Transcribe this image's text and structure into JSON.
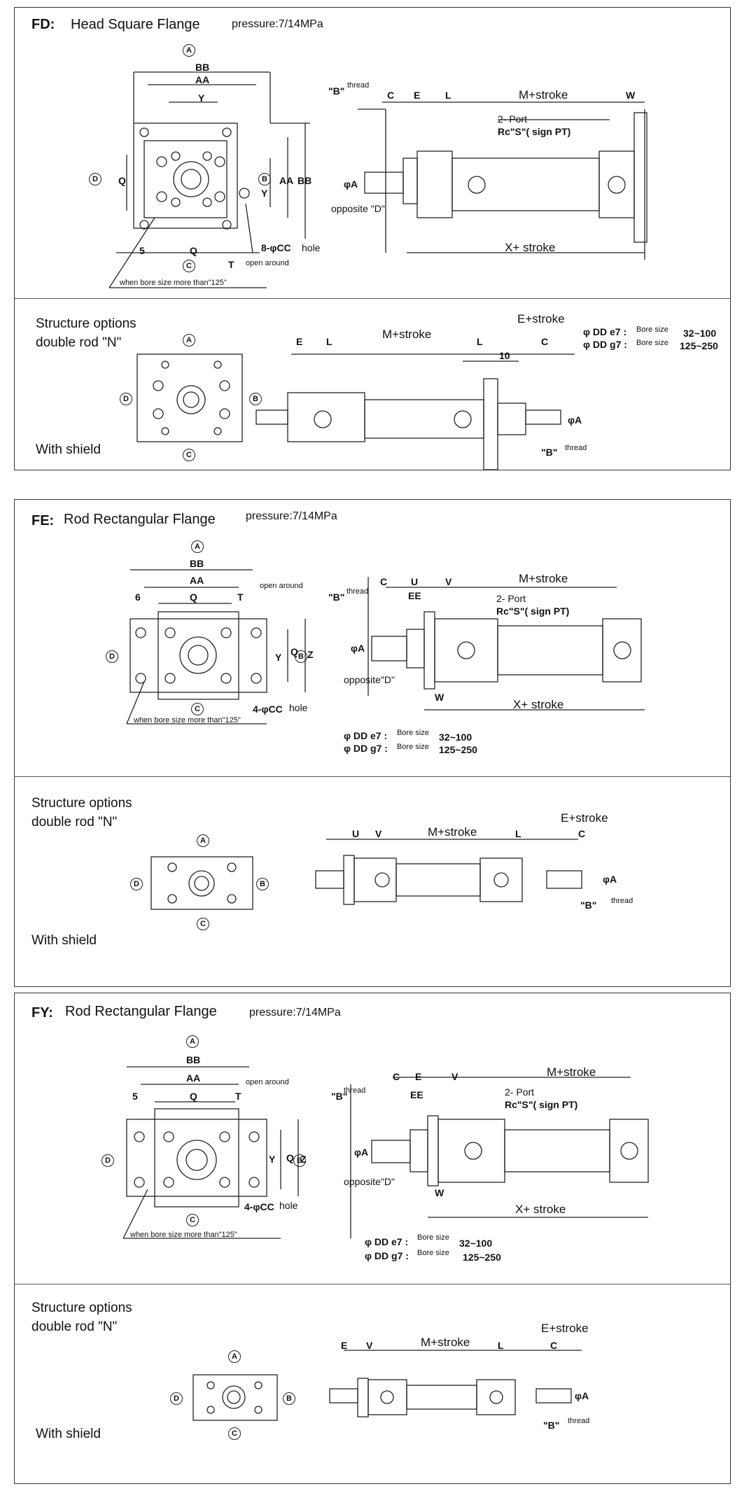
{
  "sections": [
    {
      "code": "FD:",
      "title": "Head Square Flange",
      "pressure": "pressure:7/14MPa",
      "option_lines": [
        "Structure options",
        "double rod \"N\""
      ],
      "shield": "With shield",
      "front_labels": {
        "bb": "BB",
        "aa": "AA",
        "y": "Y",
        "q": "Q",
        "y_r": "Y",
        "aa_r": "AA",
        "bb_r": "BB",
        "five": "5",
        "q_b": "Q",
        "t": "T",
        "cc": "8-φCC",
        "hole": "hole",
        "open": "open around",
        "note": "when bore size more than\"125\""
      },
      "side_labels": {
        "b_thread": "\"B\"",
        "thread": "thread",
        "c": "C",
        "e": "E",
        "l": "L",
        "m": "M+stroke",
        "w": "W",
        "port": "2- Port",
        "rc": "Rc\"S\"( sign  PT)",
        "phi_a": "φA",
        "opposite": "opposite \"D\"",
        "x": "X+ stroke"
      },
      "double_labels": {
        "e": "E",
        "l": "L",
        "m": "M+stroke",
        "l2": "L",
        "e2": "E+stroke",
        "c": "C",
        "ten": "10",
        "dd1": "φ DD e7 :",
        "dd1b": "Bore size",
        "dd1c": "32~100",
        "dd2": "φ DD g7 :",
        "dd2b": "Bore size",
        "dd2c": "125~250",
        "phi_a": "φA",
        "b_thread": "\"B\"",
        "thread": "thread"
      }
    },
    {
      "code": "FE:",
      "title": "Rod Rectangular Flange",
      "pressure": "pressure:7/14MPa",
      "option_lines": [
        "Structure options",
        "double rod \"N\""
      ],
      "shield": "With shield",
      "front_labels": {
        "bb": "BB",
        "aa": "AA",
        "six": "6",
        "q": "Q",
        "t": "T",
        "open": "open around",
        "y": "Y",
        "q_r": "Q",
        "z": "Z",
        "cc": "4-φCC",
        "hole": "hole",
        "note": "when bore size more than\"125\""
      },
      "side_labels": {
        "b_thread": "\"B\"",
        "thread": "thread",
        "c": "C",
        "u": "U",
        "v": "V",
        "ee": "EE",
        "m": "M+stroke",
        "port": "2- Port",
        "rc": "Rc\"S\"( sign  PT)",
        "phi_a": "φA",
        "opposite": "opposite\"D\"",
        "w": "W",
        "x": "X+ stroke",
        "dd1": "φ DD e7 :",
        "dd1b": "Bore size",
        "dd1c": "32~100",
        "dd2": "φ DD g7 :",
        "dd2b": "Bore size",
        "dd2c": "125~250"
      },
      "double_labels": {
        "u": "U",
        "v": "V",
        "m": "M+stroke",
        "l": "L",
        "e": "E+stroke",
        "c": "C",
        "phi_a": "φA",
        "b_thread": "\"B\"",
        "thread": "thread"
      }
    },
    {
      "code": "FY:",
      "title": "Rod Rectangular Flange",
      "pressure": "pressure:7/14MPa",
      "option_lines": [
        "Structure options",
        "double rod \"N\""
      ],
      "shield": "With shield",
      "front_labels": {
        "bb": "BB",
        "aa": "AA",
        "five": "5",
        "q": "Q",
        "t": "T",
        "open": "open around",
        "y": "Y",
        "q_r": "Q",
        "z": "Z",
        "cc": "4-φCC",
        "hole": "hole",
        "note": "when bore size more than\"125\""
      },
      "side_labels": {
        "b_thread": "\"B\"",
        "thread": "thread",
        "c": "C",
        "e": "E",
        "v": "V",
        "ee": "EE",
        "m": "M+stroke",
        "port": "2- Port",
        "rc": "Rc\"S\"( sign  PT)",
        "phi_a": "φA",
        "opposite": "opposite\"D\"",
        "w": "W",
        "x": "X+ stroke",
        "dd1": "φ DD e7 :",
        "dd1b": "Bore size",
        "dd1c": "32~100",
        "dd2": "φ DD g7 :",
        "dd2b": "Bore size",
        "dd2c": "125~250"
      },
      "double_labels": {
        "e": "E",
        "v": "V",
        "m": "M+stroke",
        "l": "L",
        "e2": "E+stroke",
        "c": "C",
        "phi_a": "φA",
        "b_thread": "\"B\"",
        "thread": "thread"
      }
    }
  ],
  "view_markers": {
    "a": "A",
    "b": "B",
    "c": "C",
    "d": "D"
  }
}
